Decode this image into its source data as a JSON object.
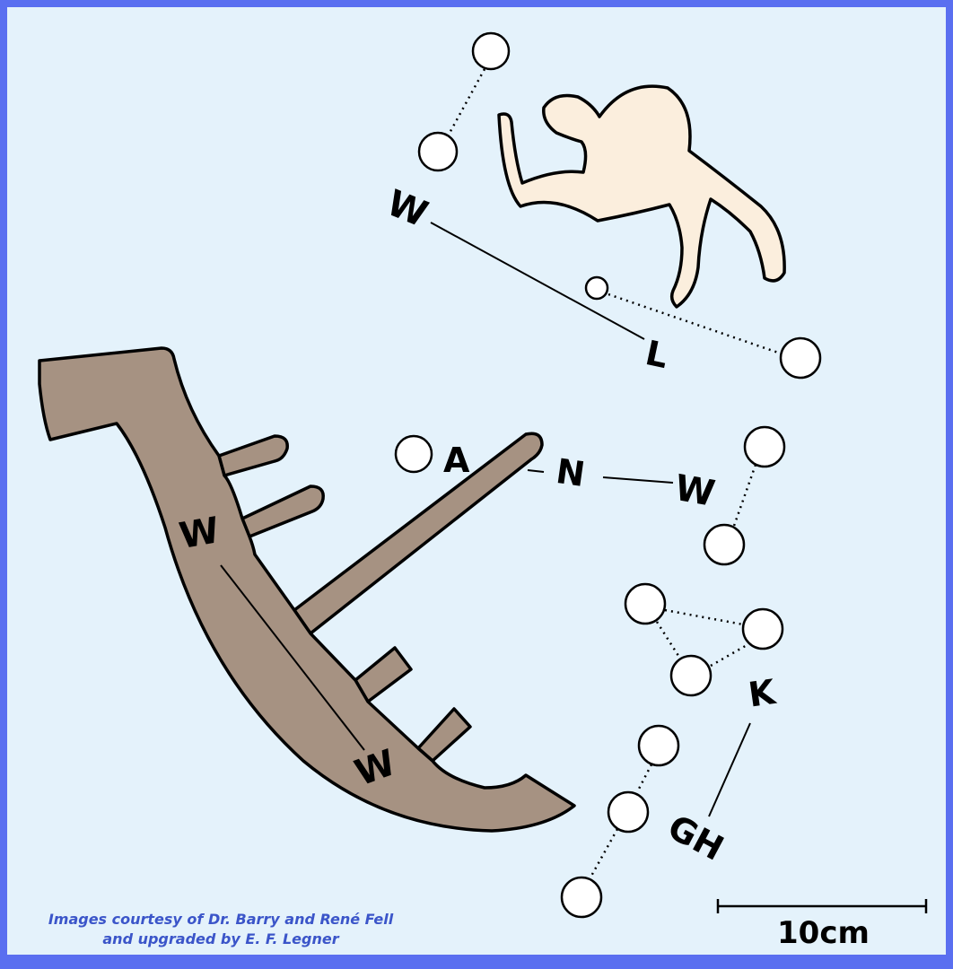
{
  "labels": {
    "w_top": "W",
    "l": "L",
    "a": "A",
    "n": "N",
    "w_right": "W",
    "w_ship_upper": "W",
    "w_ship_lower": "W",
    "k": "K",
    "gh": "GH"
  },
  "scale_bar": {
    "label": "10cm"
  },
  "credits": {
    "line1": "Images courtesy of Dr. Barry and René Fell",
    "line2": "and upgraded by E. F. Legner"
  },
  "colors": {
    "background": "#e4f2fb",
    "border": "#5a6ff0",
    "ship_fill": "#a69282",
    "figure_fill": "#fbeedd",
    "credit_text": "#3b55c9"
  }
}
